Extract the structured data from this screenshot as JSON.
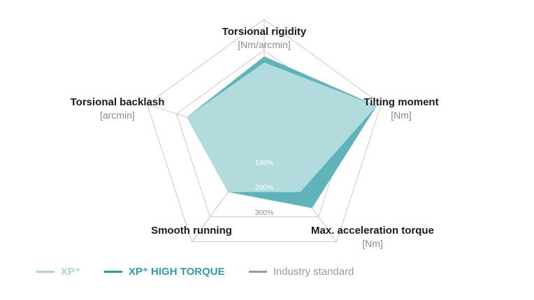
{
  "chart_data": {
    "type": "radar",
    "axes": [
      {
        "label": "Torsional rigidity",
        "unit": "[Nm/arcmin]"
      },
      {
        "label": "Tilting moment",
        "unit": "[Nm]"
      },
      {
        "label": "Max. acceleration torque",
        "unit": "[Nm]"
      },
      {
        "label": "Smooth running",
        "unit": ""
      },
      {
        "label": "Torsional backlash",
        "unit": "[arcmin]"
      }
    ],
    "rings": [
      100,
      200,
      300
    ],
    "ring_labels": [
      "100%",
      "200%",
      "300%"
    ],
    "rmax": 400,
    "series": [
      {
        "name": "Industry standard",
        "values": [
          100,
          100,
          100,
          100,
          100
        ],
        "color": "#c7c7c7"
      },
      {
        "name": "XP⁺ HIGH TORQUE",
        "values": [
          280,
          385,
          265,
          200,
          265
        ],
        "color": "#5fb3bb"
      },
      {
        "name": "XP⁺",
        "values": [
          260,
          385,
          200,
          200,
          265
        ],
        "color": "#b2dbdd"
      }
    ],
    "legend": [
      {
        "name": "XP⁺",
        "color": "#a8d7da",
        "text_color": "#a8d7da",
        "bold": true
      },
      {
        "name": "XP⁺ HIGH TORQUE",
        "color": "#2c9da7",
        "text_color": "#2c9da7",
        "bold": true
      },
      {
        "name": "Industry standard",
        "color": "#9a9a9a",
        "text_color": "#9a9a9a",
        "bold": false
      }
    ],
    "grid": true,
    "legend_position": "bottom-left"
  }
}
